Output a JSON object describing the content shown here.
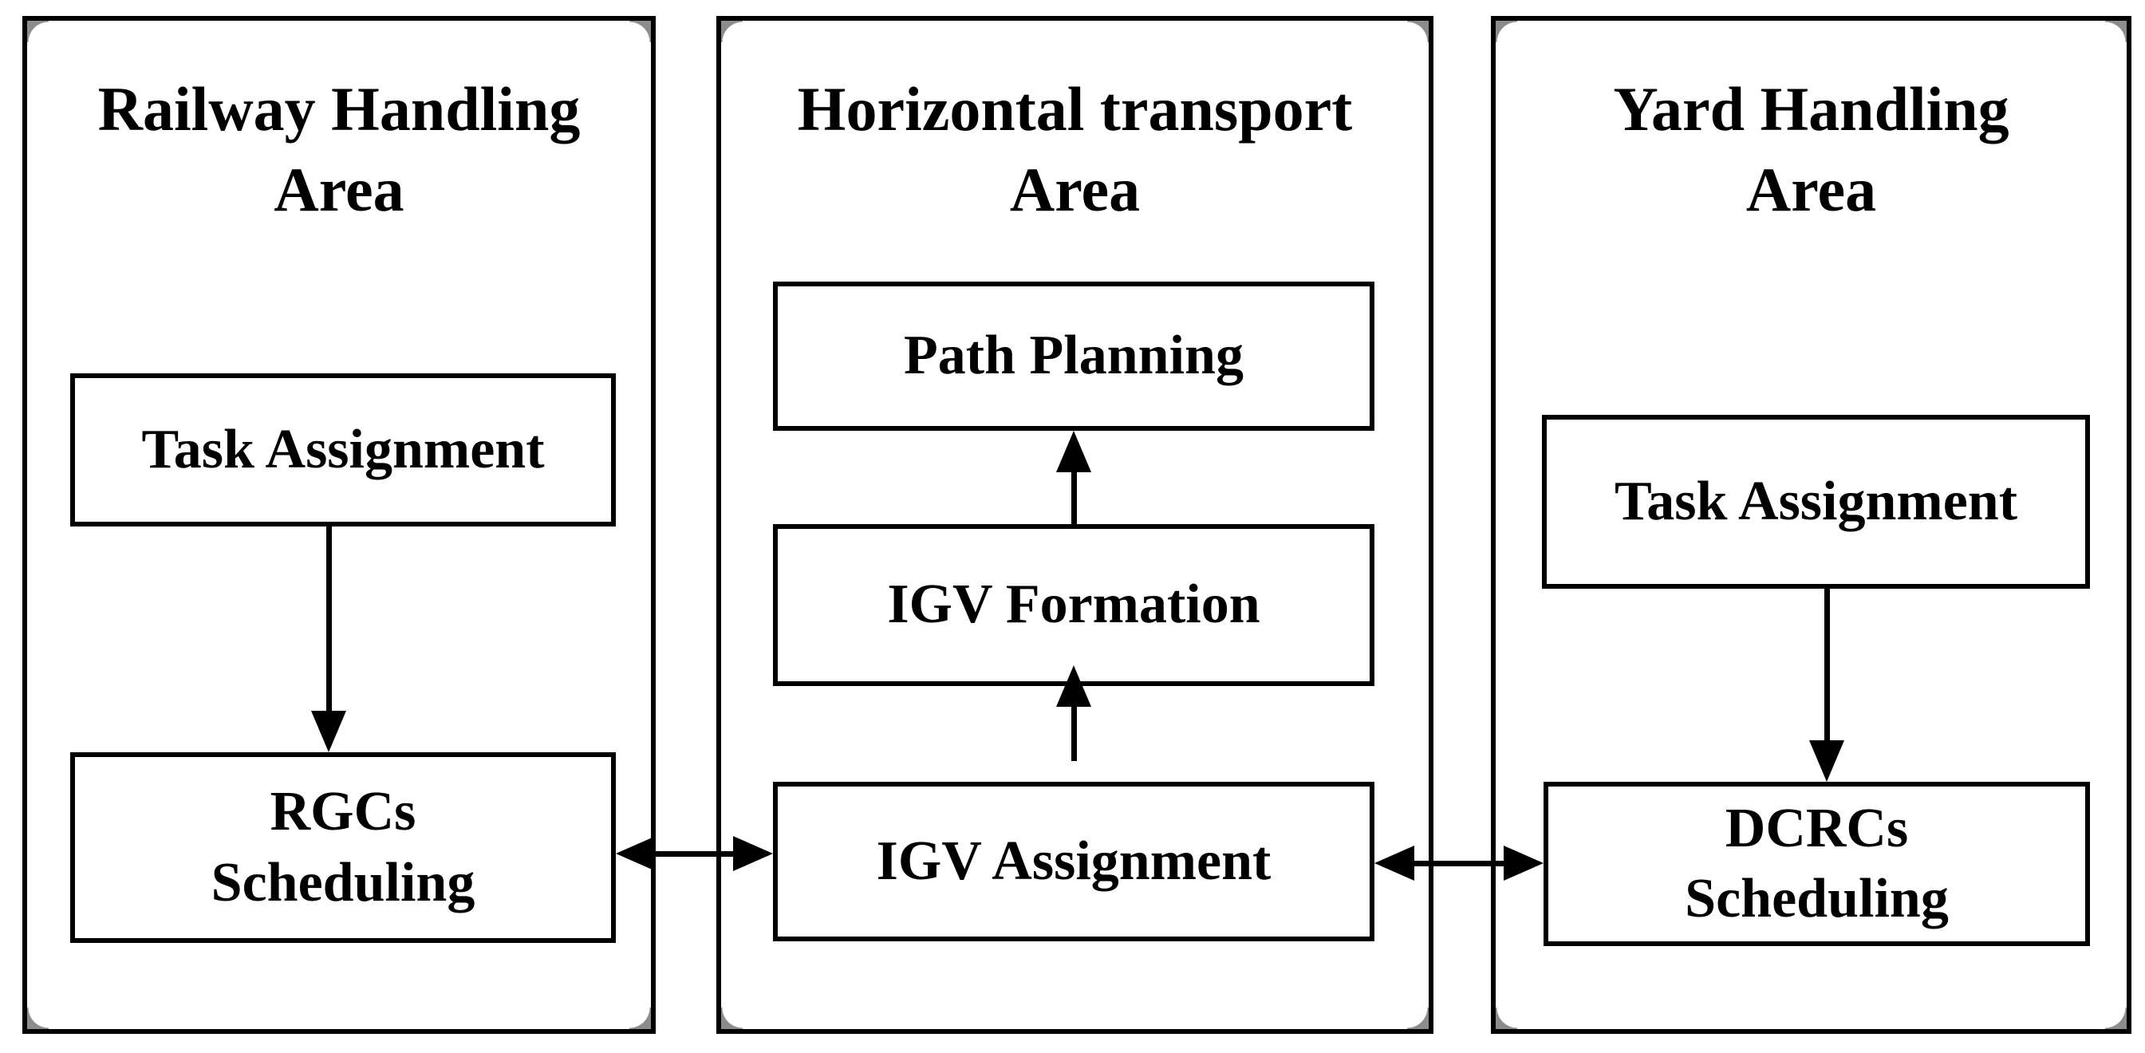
{
  "diagram": {
    "background_color": "#ffffff",
    "line_color": "#000000",
    "corner_accent_color": "#8c8c8c",
    "panels": {
      "railway": {
        "title": {
          "line1": "Railway Handling",
          "line2": "Area"
        },
        "nodes": {
          "task_assignment": {
            "label": "Task Assignment"
          },
          "rgcs_scheduling": {
            "line1": "RGCs",
            "line2": "Scheduling"
          }
        }
      },
      "horizontal": {
        "title": {
          "line1": "Horizontal transport",
          "line2": "Area"
        },
        "nodes": {
          "path_planning": {
            "label": "Path Planning"
          },
          "igv_formation": {
            "label": "IGV Formation"
          },
          "igv_assignment": {
            "label": "IGV Assignment"
          }
        }
      },
      "yard": {
        "title": {
          "line1": "Yard Handling",
          "line2": "Area"
        },
        "nodes": {
          "task_assignment": {
            "label": "Task Assignment"
          },
          "dcrcs_scheduling": {
            "line1": "DCRCs",
            "line2": "Scheduling"
          }
        }
      }
    },
    "connections": [
      {
        "from": "Task Assignment (Railway Handling Area)",
        "to": "RGCs Scheduling",
        "type": "arrow-down"
      },
      {
        "from": "Task Assignment (Yard Handling Area)",
        "to": "DCRCs Scheduling",
        "type": "arrow-down"
      },
      {
        "from": "IGV Assignment",
        "to": "IGV Formation",
        "type": "arrow-up"
      },
      {
        "from": "IGV Formation",
        "to": "Path Planning",
        "type": "arrow-up"
      },
      {
        "from": "RGCs Scheduling",
        "to": "IGV Assignment",
        "type": "bidirectional"
      },
      {
        "from": "IGV Assignment",
        "to": "DCRCs Scheduling",
        "type": "bidirectional"
      }
    ]
  }
}
